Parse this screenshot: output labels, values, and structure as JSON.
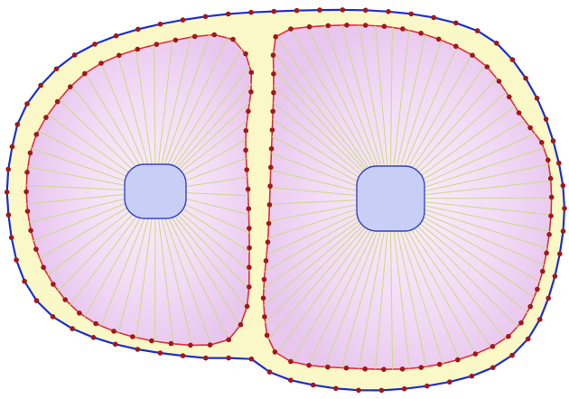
{
  "diagram": {
    "description_free": true,
    "colors": {
      "background": "#ffffff",
      "outer_boundary": "#1f2fd0",
      "cytoplasm_fill": "#fbf8c8",
      "cell_membrane": "#e0303a",
      "cell_fill": "#f0d2f4",
      "cell_fill_center": "#f8ecfb",
      "radial_fibers": "#cfd88c",
      "nucleus_fill": "#c8cff7",
      "nucleus_stroke": "#3a44c8",
      "node_dot": "#a01818"
    },
    "counts": {
      "outer_nodes": 68,
      "left_cell_nodes": 46,
      "right_cell_nodes": 58,
      "left_fibers": 48,
      "right_fibers": 64
    }
  }
}
